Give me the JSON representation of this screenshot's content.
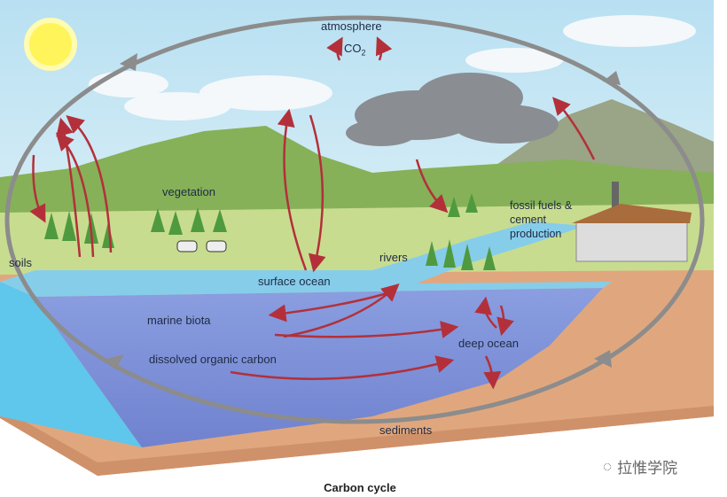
{
  "diagram": {
    "caption": "Carbon cycle",
    "labels": {
      "atmosphere": "atmosphere",
      "co2": "CO",
      "co2_sub": "2",
      "vegetation": "vegetation",
      "soils": "soils",
      "fossil_fuels_1": "fossil fuels &",
      "fossil_fuels_2": "cement",
      "fossil_fuels_3": "production",
      "rivers": "rivers",
      "surface_ocean": "surface ocean",
      "marine_biota": "marine biota",
      "deep_ocean": "deep ocean",
      "dissolved_organic_carbon": "dissolved organic carbon",
      "sediments": "sediments"
    },
    "watermark": "拉惟学院"
  },
  "colors": {
    "cycle_arrow": "#8c8c8c",
    "flux_arrow": "#b3303a",
    "sky": "#c4e6f4",
    "ocean_front": "#7d8fd8",
    "ocean_surface": "#86cdea",
    "sediment": "#e0a77e"
  }
}
